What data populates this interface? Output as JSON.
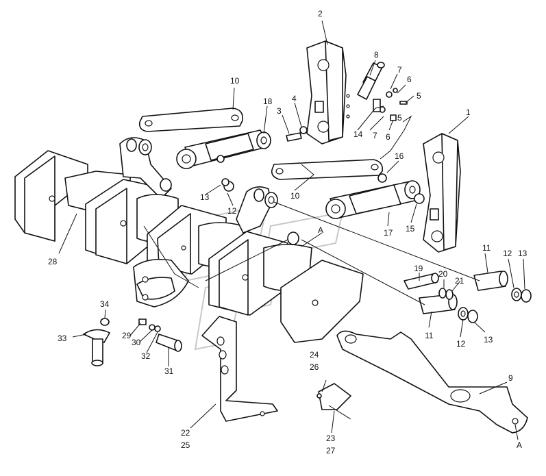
{
  "colors": {
    "line": "#111111",
    "background": "#ffffff",
    "watermark": "#c8c8c8"
  },
  "callouts": {
    "c1": "1",
    "c2": "2",
    "c3": "3",
    "c4": "4",
    "c5a": "5",
    "c5b": "5",
    "c6a": "6",
    "c6b": "6",
    "c7a": "7",
    "c7b": "7",
    "c8": "8",
    "c9": "9",
    "c10a": "10",
    "c10b": "10",
    "c11a": "11",
    "c11b": "11",
    "c12a": "12",
    "c12b": "12",
    "c12c": "12",
    "c13a": "13",
    "c13b": "13",
    "c13c": "13",
    "c14": "14",
    "c15": "15",
    "c16": "16",
    "c17": "17",
    "c18": "18",
    "c19": "19",
    "c20": "20",
    "c21": "21",
    "c22": "22",
    "c23": "23",
    "c24": "24",
    "c25": "25",
    "c26": "26",
    "c27": "27",
    "c28": "28",
    "c29": "29",
    "c30": "30",
    "c31": "31",
    "c32": "32",
    "c33": "33",
    "c34": "34",
    "cAa": "A",
    "cAb": "A"
  }
}
